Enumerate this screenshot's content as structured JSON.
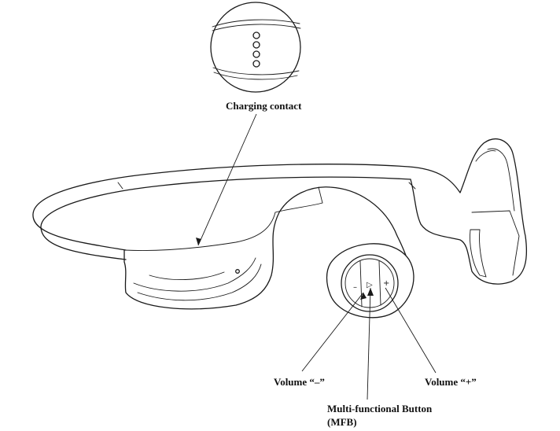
{
  "labels": {
    "charging_contact": "Charging contact",
    "volume_minus": "Volume  “–”",
    "volume_plus": "Volume “+”",
    "mfb_line1": "Multi-functional Button",
    "mfb_line2": "(MFB)"
  },
  "button_symbols": {
    "minus": "–",
    "play": "▷",
    "plus": "+"
  },
  "charging_pins": 4
}
